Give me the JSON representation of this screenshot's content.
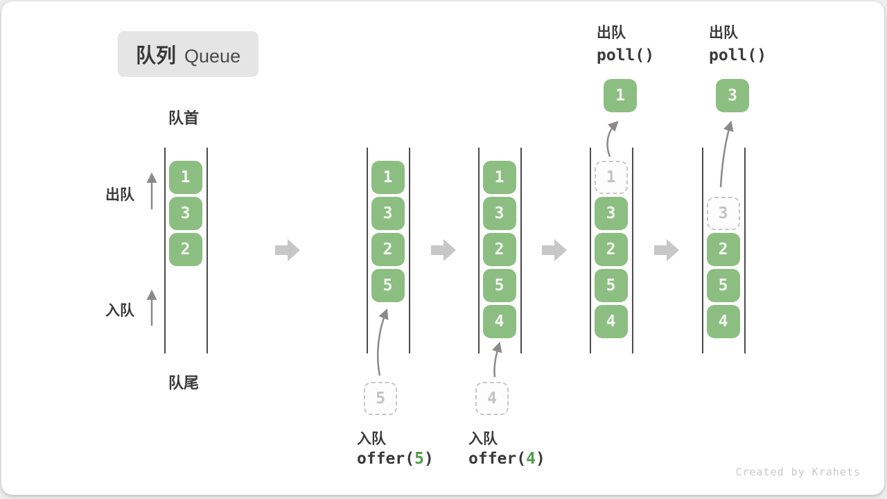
{
  "title": {
    "zh": "队列",
    "en": "Queue"
  },
  "side_labels": {
    "front": "队首",
    "rear": "队尾",
    "dequeue": "出队",
    "enqueue": "入队"
  },
  "colors": {
    "box_green": "#8cbe82",
    "code_arg_green": "#4f9d49",
    "dark_text": "#3a3a3a",
    "dashed_gray": "#c7c7c7",
    "thin_arrow_gray": "#8a8a8a",
    "block_arrow_gray": "#c7c7c7",
    "title_badge_bg": "#e5e5e5"
  },
  "queues": [
    {
      "slots": [
        {
          "v": "1",
          "style": "filled"
        },
        {
          "v": "3",
          "style": "filled"
        },
        {
          "v": "2",
          "style": "filled"
        },
        null,
        null
      ]
    },
    {
      "slots": [
        {
          "v": "1",
          "style": "filled"
        },
        {
          "v": "3",
          "style": "filled"
        },
        {
          "v": "2",
          "style": "filled"
        },
        {
          "v": "5",
          "style": "filled"
        },
        null
      ],
      "incoming_value": "5",
      "op": {
        "label": "入队",
        "code_pre": "offer(",
        "arg": "5",
        "code_post": ")"
      }
    },
    {
      "slots": [
        {
          "v": "1",
          "style": "filled"
        },
        {
          "v": "3",
          "style": "filled"
        },
        {
          "v": "2",
          "style": "filled"
        },
        {
          "v": "5",
          "style": "filled"
        },
        {
          "v": "4",
          "style": "filled"
        }
      ],
      "incoming_value": "4",
      "op": {
        "label": "入队",
        "code_pre": "offer(",
        "arg": "4",
        "code_post": ")"
      }
    },
    {
      "slots": [
        {
          "v": "1",
          "style": "dashed"
        },
        {
          "v": "3",
          "style": "filled"
        },
        {
          "v": "2",
          "style": "filled"
        },
        {
          "v": "5",
          "style": "filled"
        },
        {
          "v": "4",
          "style": "filled"
        }
      ],
      "outgoing_value": "1",
      "op": {
        "label": "出队",
        "code": "poll()"
      }
    },
    {
      "slots": [
        null,
        {
          "v": "3",
          "style": "dashed"
        },
        {
          "v": "2",
          "style": "filled"
        },
        {
          "v": "5",
          "style": "filled"
        },
        {
          "v": "4",
          "style": "filled"
        }
      ],
      "outgoing_value": "3",
      "op": {
        "label": "出队",
        "code": "poll()"
      }
    }
  ],
  "footer": {
    "credit": "Created by Krahets"
  }
}
